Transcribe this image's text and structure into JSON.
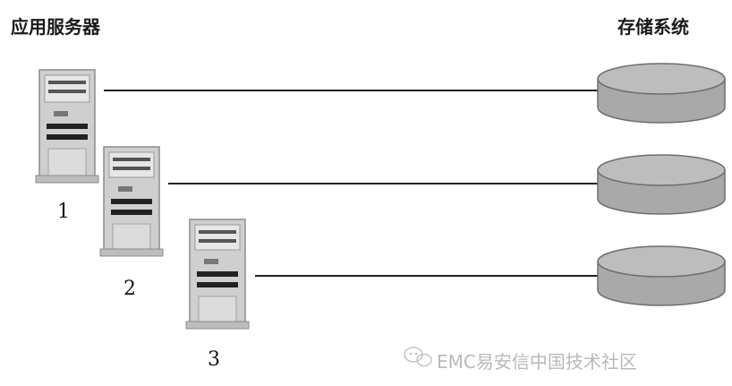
{
  "titles": {
    "servers": "应用服务器",
    "storage": "存储系统"
  },
  "servers": [
    {
      "label": "1"
    },
    {
      "label": "2"
    },
    {
      "label": "3"
    }
  ],
  "watermark": {
    "icon": "wechat-icon",
    "text": "EMC易安信中国技术社区"
  },
  "colors": {
    "line": "#222222",
    "disk_top": "#bdbdbd",
    "disk_side": "#a9a9a9",
    "server_body": "#cfcfcf",
    "watermark": "#b9b9b9"
  }
}
